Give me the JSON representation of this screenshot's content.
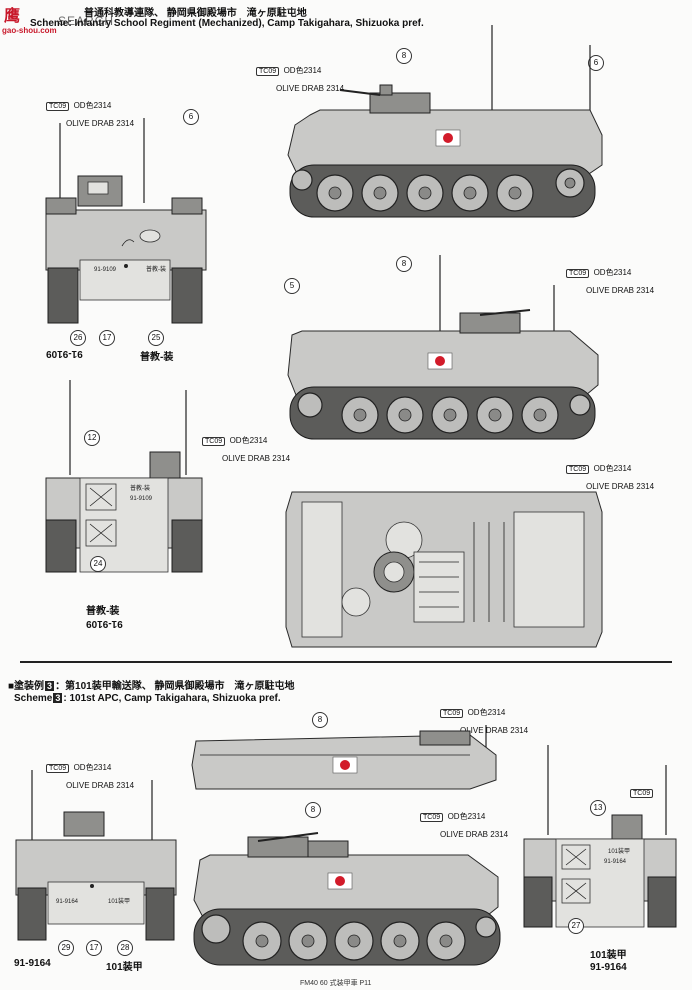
{
  "watermark": {
    "logo": "鹰",
    "logo_sub": "gao-shou.com",
    "search": "SEARCH"
  },
  "scheme2": {
    "header_jp": "普通科教導連隊、 静岡県御殿場市　滝ヶ原駐屯地",
    "header_en_prefix": "Scheme",
    "header_en": ": Infantry School Regiment (Mechanized), Camp Takigahara, Shizuoka pref."
  },
  "scheme3": {
    "header_jp_prefix": "■塗装例",
    "number": "3",
    "header_jp": "：第101装甲輸送隊、 静岡県御殿場市　滝ヶ原駐屯地",
    "header_en_prefix": "Scheme",
    "header_en": ": 101st APC, Camp Takigahara, Shizuoka pref."
  },
  "color": {
    "code": "TC09",
    "jp": "OD色2314",
    "en": "OLIVE DRAB 2314"
  },
  "callouts": {
    "c5": "5",
    "c6": "6",
    "c8": "8",
    "c12": "12",
    "c13": "13",
    "c17": "17",
    "c24": "24",
    "c25": "25",
    "c26": "26",
    "c27": "27",
    "c28": "28",
    "c29": "29"
  },
  "labels": {
    "plate_2": "91-9109",
    "unit_2": "普教-装",
    "plate_3": "91-9164",
    "unit_3": "101装甲"
  },
  "footer": "FM40 60 式装甲車 P11",
  "colors": {
    "vehicle": "#c9c9c7",
    "flag_red": "#d21b2a",
    "logo_red": "#c8182a"
  }
}
